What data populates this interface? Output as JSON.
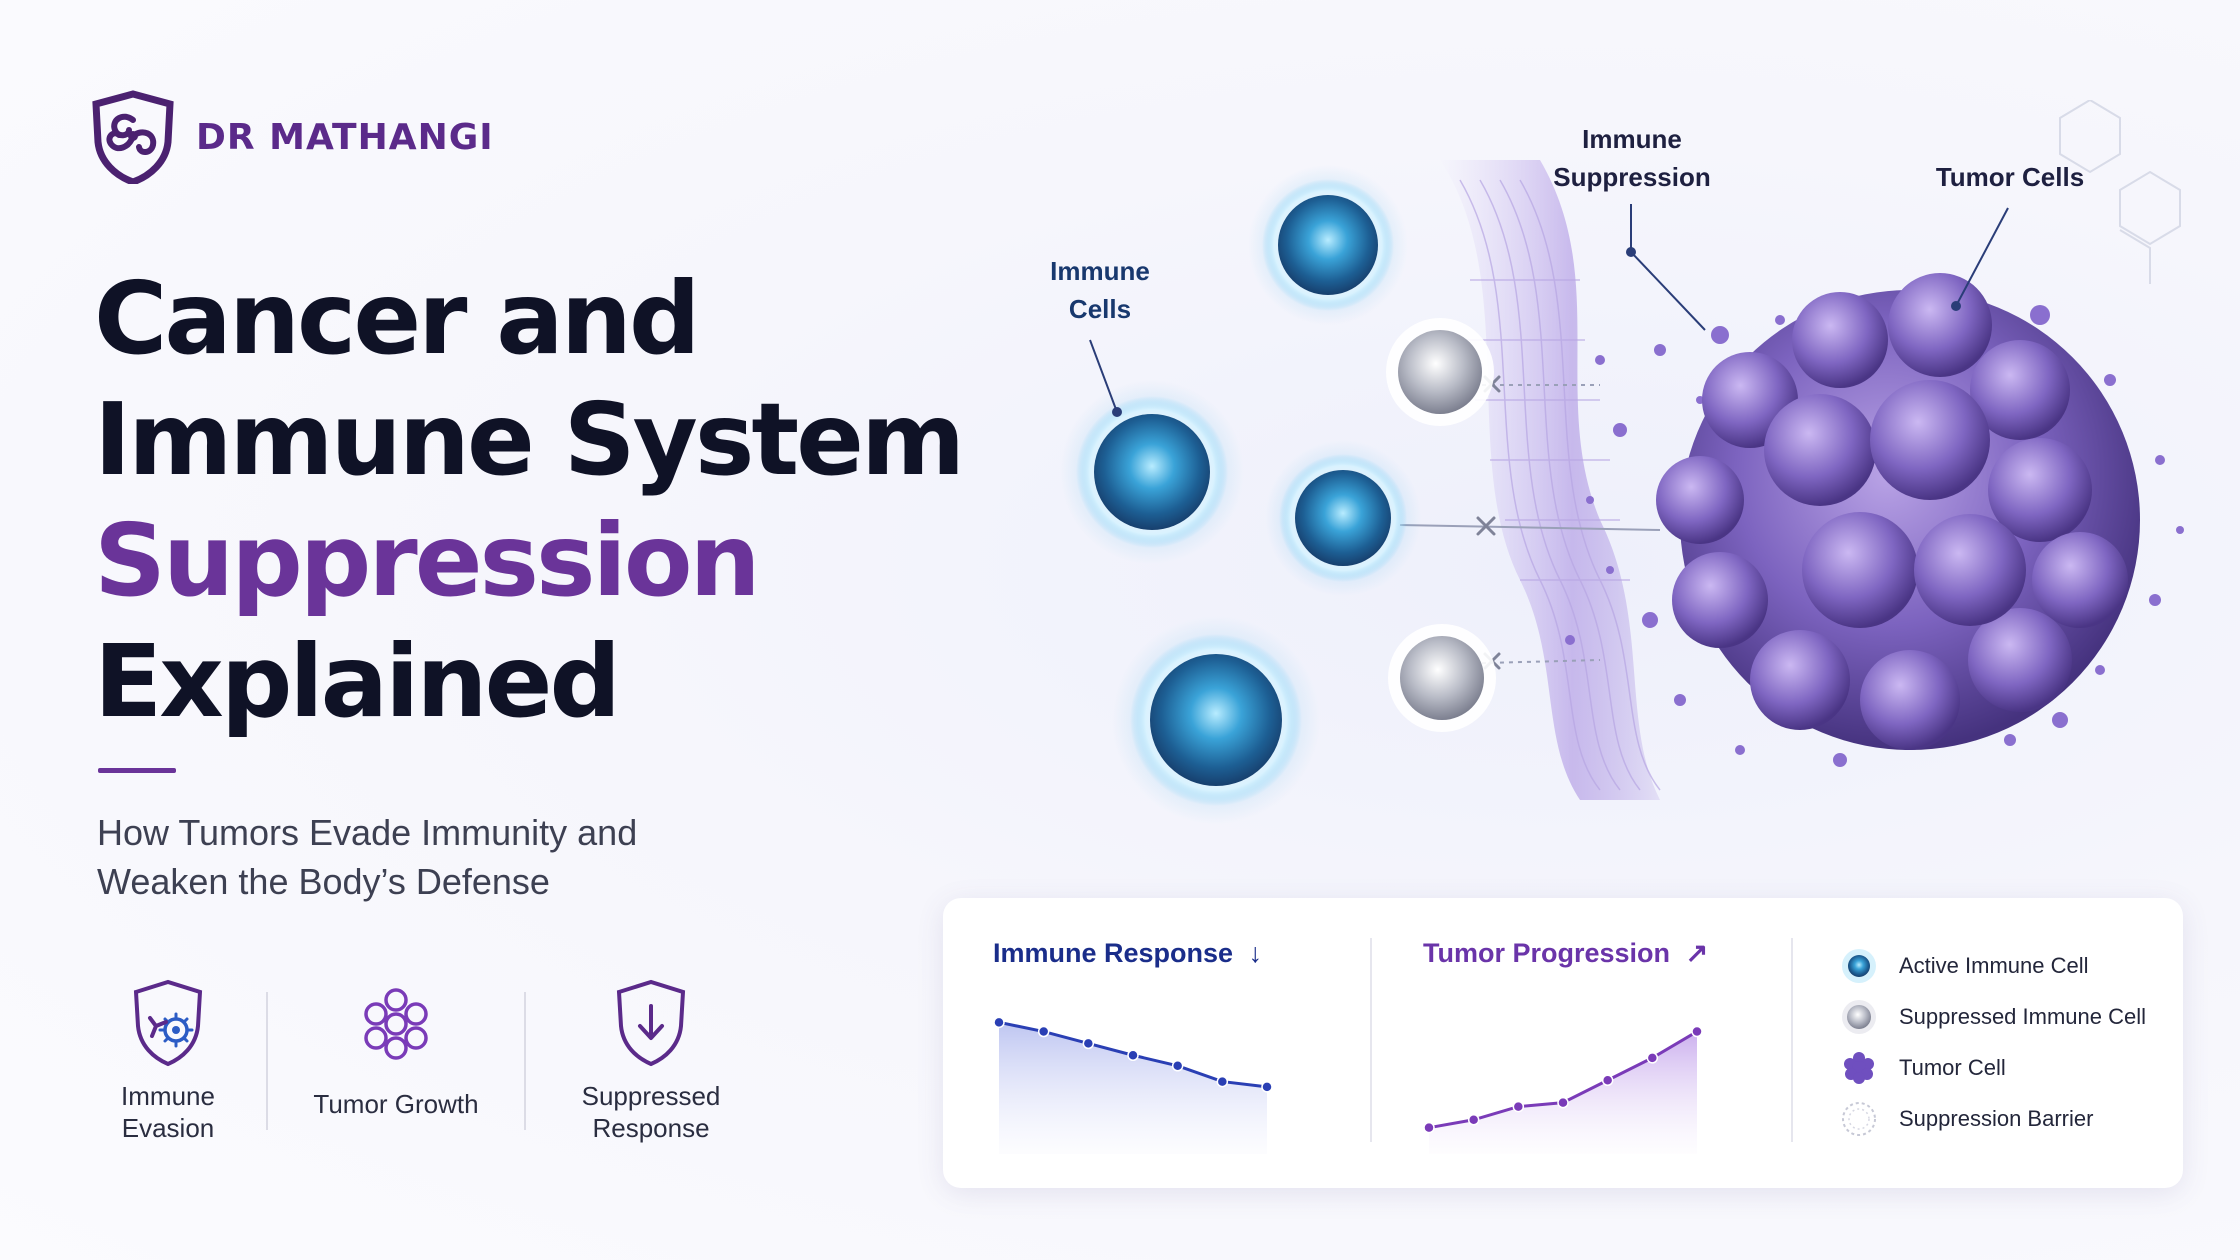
{
  "brand": {
    "name": "DR MATHANGI",
    "logo_icon": "triskelion-shield-logo",
    "color": "#5b2a8a"
  },
  "hero": {
    "title_line1": "Cancer and",
    "title_line2": "Immune System",
    "title_line3": "Suppression",
    "title_line4": "Explained",
    "subtitle_line1": "How Tumors Evade Immunity and",
    "subtitle_line2": "Weaken the Body’s Defense",
    "accent_color": "#6a3499"
  },
  "features": [
    {
      "icon": "shield-virus-icon",
      "label_line1": "Immune",
      "label_line2": "Evasion"
    },
    {
      "icon": "cell-cluster-icon",
      "label_line1": "Tumor Growth",
      "label_line2": ""
    },
    {
      "icon": "shield-down-arrow-icon",
      "label_line1": "Suppressed",
      "label_line2": "Response"
    }
  ],
  "illustration": {
    "label_immune_cells_line1": "Immune",
    "label_immune_cells_line2": "Cells",
    "label_suppression_line1": "Immune",
    "label_suppression_line2": "Suppression",
    "label_tumor_cells": "Tumor Cells"
  },
  "charts": {
    "immune_title": "Immune Response",
    "immune_arrow": "↓",
    "tumor_title": "Tumor Progression",
    "tumor_arrow": "↗"
  },
  "chart_data": [
    {
      "type": "line",
      "title": "Immune Response",
      "x": [
        1,
        2,
        3,
        4,
        5,
        6,
        7
      ],
      "values": [
        10,
        9.3,
        8.4,
        7.5,
        6.7,
        5.5,
        5.1
      ],
      "ylim": [
        0,
        12
      ],
      "color": "#2a3fb4",
      "grid": false
    },
    {
      "type": "line",
      "title": "Tumor Progression",
      "x": [
        1,
        2,
        3,
        4,
        5,
        6,
        7
      ],
      "values": [
        2.0,
        2.6,
        3.6,
        3.9,
        5.6,
        7.3,
        9.3
      ],
      "ylim": [
        0,
        12
      ],
      "color": "#7a3bb8",
      "grid": false
    }
  ],
  "legend": [
    {
      "icon": "active-immune-cell-icon",
      "label": "Active Immune Cell"
    },
    {
      "icon": "suppressed-immune-cell-icon",
      "label": "Suppressed Immune Cell"
    },
    {
      "icon": "tumor-cell-icon",
      "label": "Tumor Cell"
    },
    {
      "icon": "suppression-barrier-icon",
      "label": "Suppression Barrier"
    }
  ]
}
